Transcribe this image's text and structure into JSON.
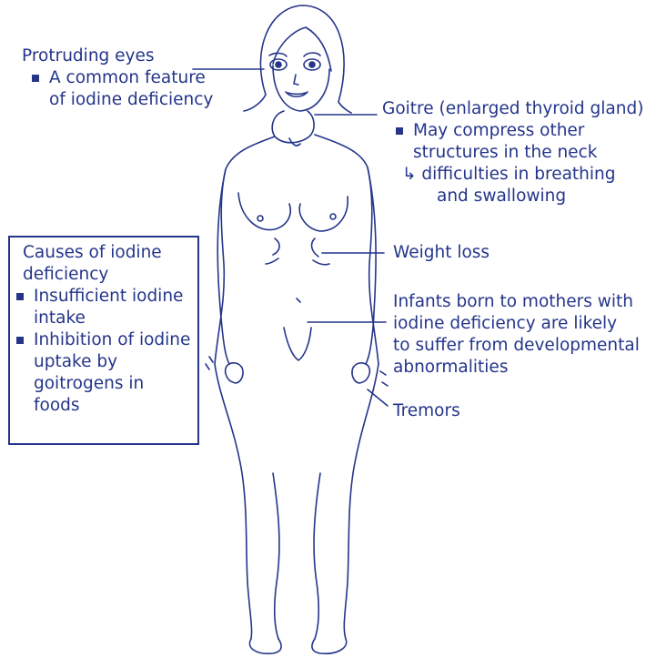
{
  "eyes": {
    "heading": "Protruding eyes",
    "bullet_line1": "A common feature",
    "bullet_line2": "of iodine deficiency"
  },
  "goitre": {
    "heading": "Goitre (enlarged thyroid gland)",
    "bullet_line1": "May compress other",
    "bullet_line2": "structures in the neck",
    "arrow": "↳",
    "result_line1": "difficulties in breathing",
    "result_line2": "and swallowing"
  },
  "weight": {
    "text": "Weight loss"
  },
  "infants": {
    "line1": "Infants born to mothers with",
    "line2": "iodine deficiency are likely",
    "line3": "to suffer from developmental",
    "line4": "abnormalities"
  },
  "tremors": {
    "text": "Tremors"
  },
  "causes": {
    "title_line1": "Causes of iodine",
    "title_line2": "deficiency",
    "item1_line1": "Insufficient iodine",
    "item1_line2": "intake",
    "item2_line1": "Inhibition of iodine",
    "item2_line2": "uptake by",
    "item2_line3": "goitrogens in",
    "item2_line4": "foods"
  },
  "colors": {
    "ink": "#24358a",
    "background": "#ffffff"
  }
}
